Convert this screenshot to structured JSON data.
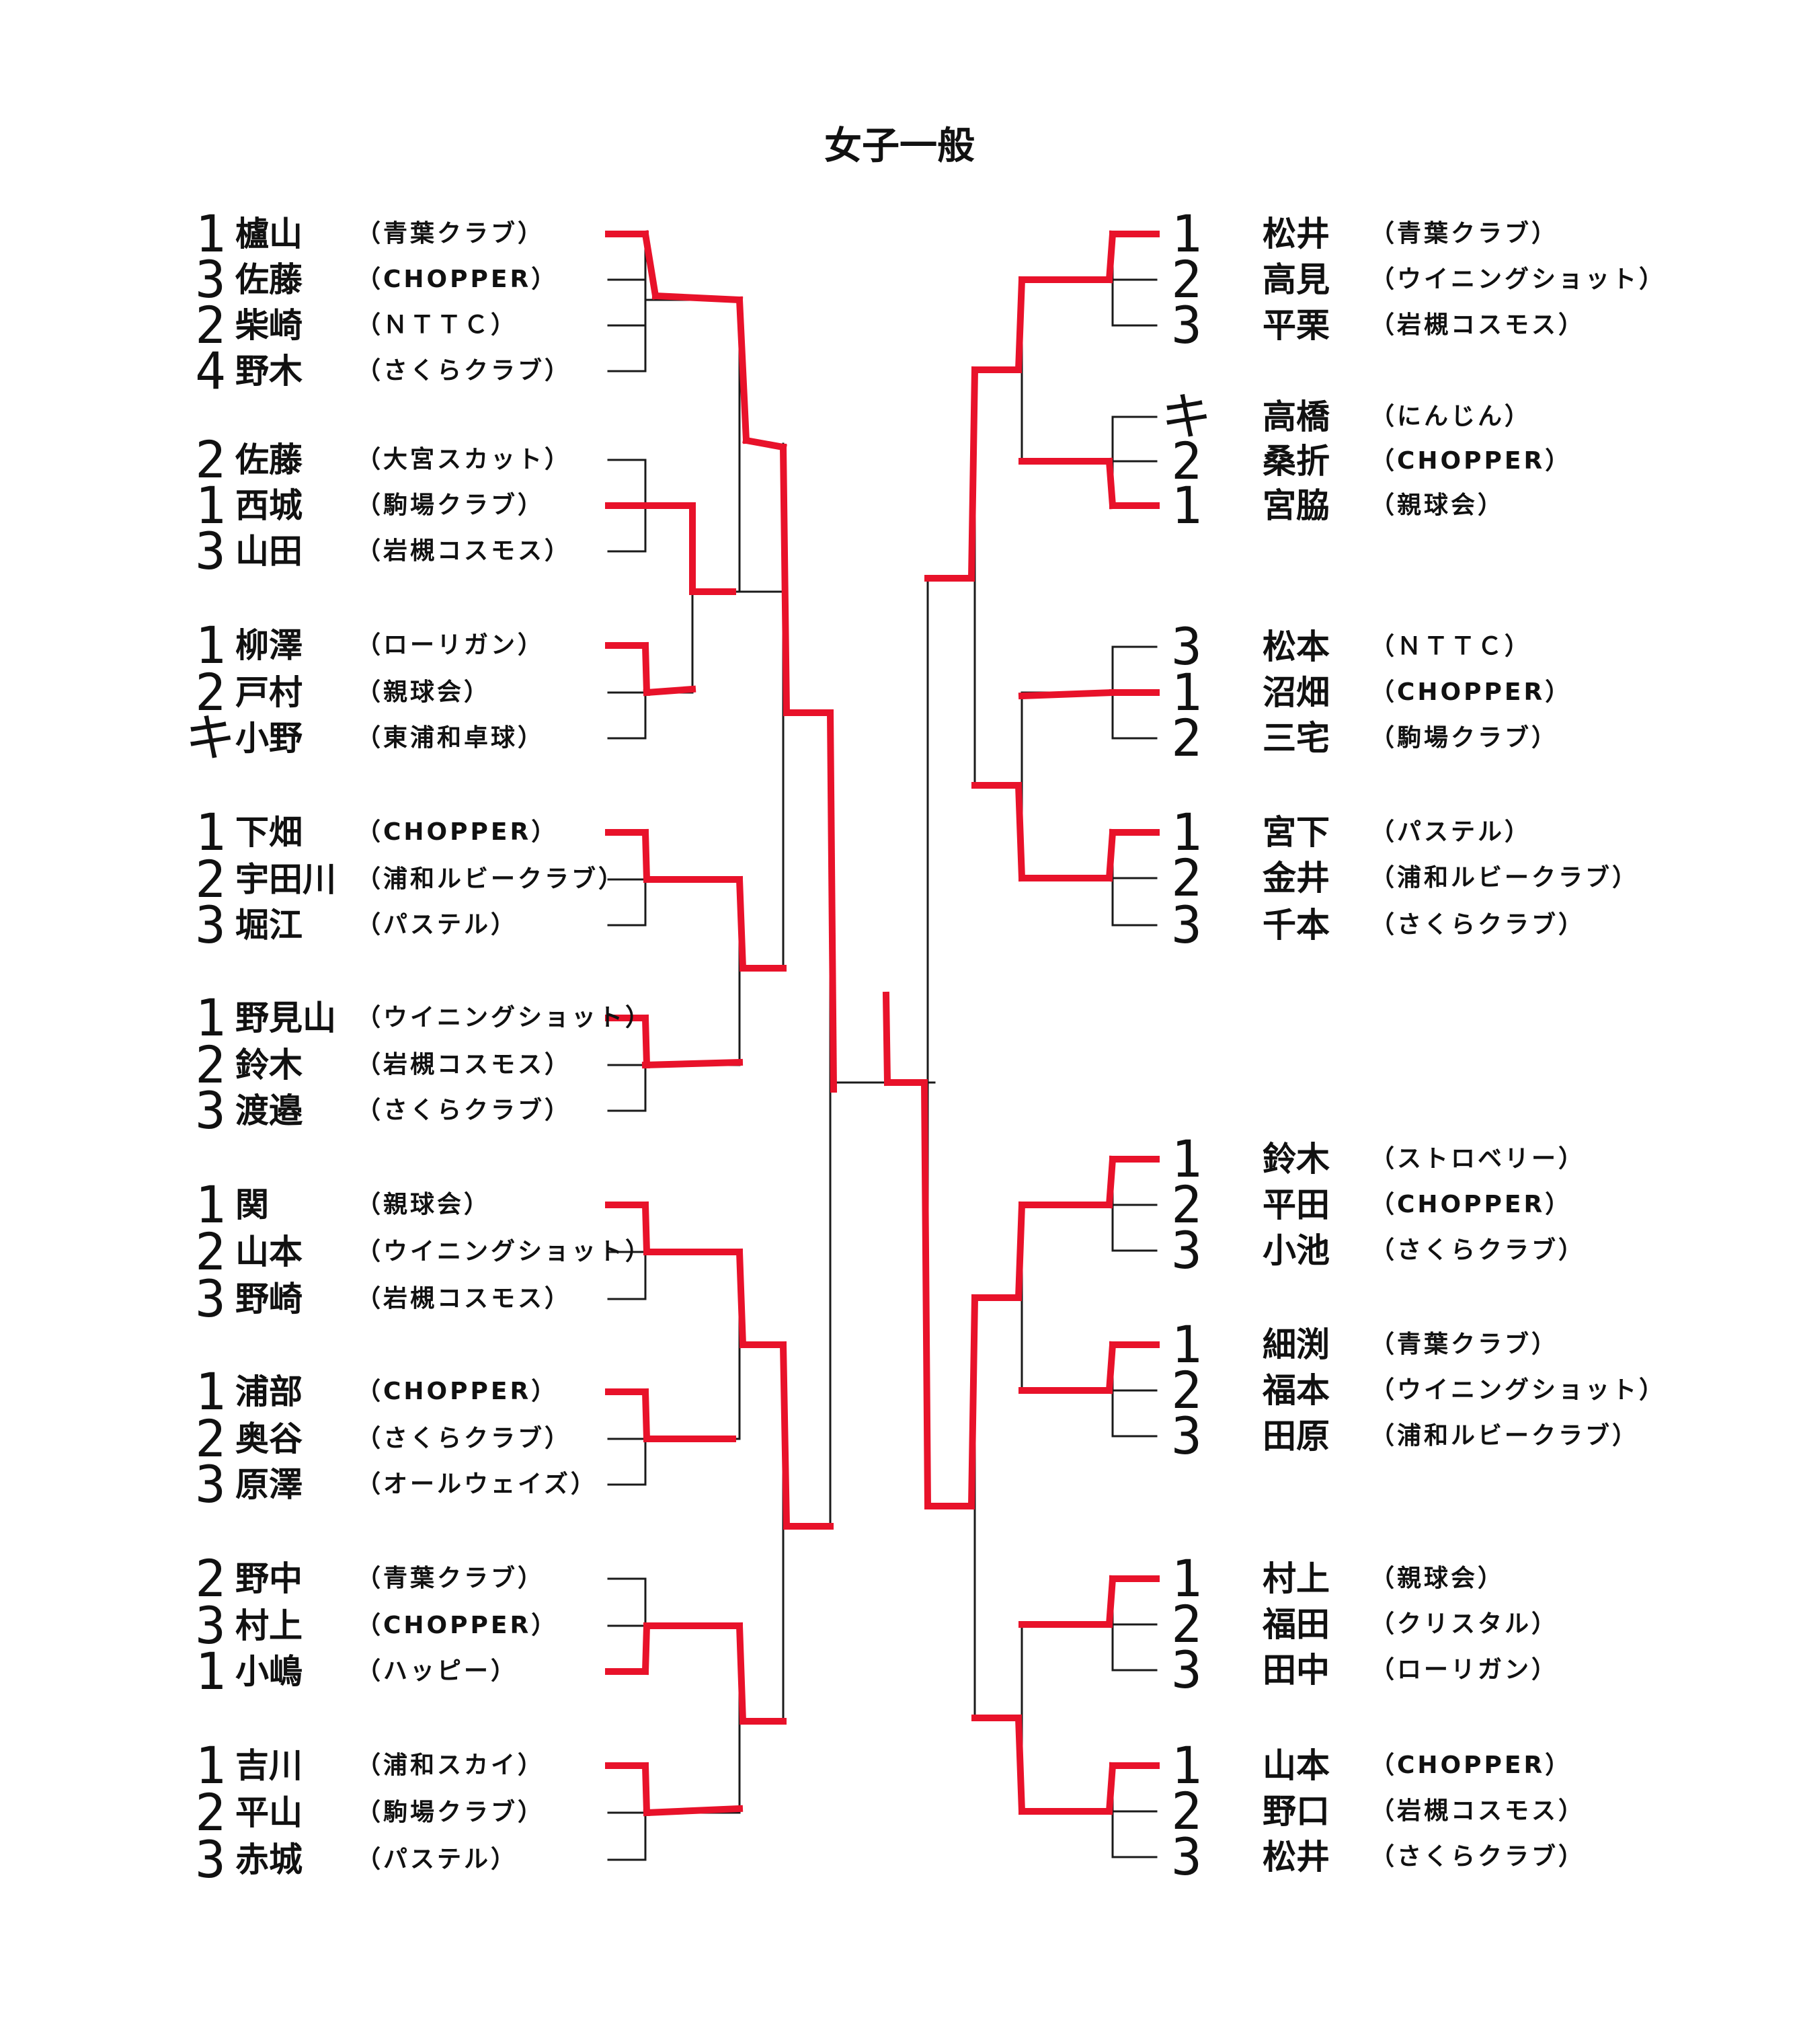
{
  "title": "女子一般",
  "colors": {
    "line": "#1a1a1a",
    "highlight": "#e8122a"
  },
  "left_groups": [
    {
      "players": [
        {
          "rank": "1",
          "name": "櫨山",
          "club": "（青葉クラブ）"
        },
        {
          "rank": "3",
          "name": "佐藤",
          "club": "（CHOPPER）"
        },
        {
          "rank": "2",
          "name": "柴崎",
          "club": "（ＮＴＴＣ）"
        },
        {
          "rank": "4",
          "name": "野木",
          "club": "（さくらクラブ）"
        }
      ]
    },
    {
      "players": [
        {
          "rank": "2",
          "name": "佐藤",
          "club": "（大宮スカット）"
        },
        {
          "rank": "1",
          "name": "西城",
          "club": "（駒場クラブ）"
        },
        {
          "rank": "3",
          "name": "山田",
          "club": "（岩槻コスモス）"
        }
      ]
    },
    {
      "players": [
        {
          "rank": "1",
          "name": "柳澤",
          "club": "（ローリガン）"
        },
        {
          "rank": "2",
          "name": "戸村",
          "club": "（親球会）"
        },
        {
          "rank": "キ",
          "name": "小野",
          "club": "（東浦和卓球）"
        }
      ]
    },
    {
      "players": [
        {
          "rank": "1",
          "name": "下畑",
          "club": "（CHOPPER）"
        },
        {
          "rank": "2",
          "name": "宇田川",
          "club": "（浦和ルビークラブ）"
        },
        {
          "rank": "3",
          "name": "堀江",
          "club": "（パステル）"
        }
      ]
    },
    {
      "players": [
        {
          "rank": "1",
          "name": "野見山",
          "club": "（ウイニングショット）"
        },
        {
          "rank": "2",
          "name": "鈴木",
          "club": "（岩槻コスモス）"
        },
        {
          "rank": "3",
          "name": "渡邉",
          "club": "（さくらクラブ）"
        }
      ]
    },
    {
      "players": [
        {
          "rank": "1",
          "name": "関",
          "club": "（親球会）"
        },
        {
          "rank": "2",
          "name": "山本",
          "club": "（ウイニングショット）"
        },
        {
          "rank": "3",
          "name": "野崎",
          "club": "（岩槻コスモス）"
        }
      ]
    },
    {
      "players": [
        {
          "rank": "1",
          "name": "浦部",
          "club": "（CHOPPER）"
        },
        {
          "rank": "2",
          "name": "奥谷",
          "club": "（さくらクラブ）"
        },
        {
          "rank": "3",
          "name": "原澤",
          "club": "（オールウェイズ）"
        }
      ]
    },
    {
      "players": [
        {
          "rank": "2",
          "name": "野中",
          "club": "（青葉クラブ）"
        },
        {
          "rank": "3",
          "name": "村上",
          "club": "（CHOPPER）"
        },
        {
          "rank": "1",
          "name": "小嶋",
          "club": "（ハッピー）"
        }
      ]
    },
    {
      "players": [
        {
          "rank": "1",
          "name": "吉川",
          "club": "（浦和スカイ）"
        },
        {
          "rank": "2",
          "name": "平山",
          "club": "（駒場クラブ）"
        },
        {
          "rank": "3",
          "name": "赤城",
          "club": "（パステル）"
        }
      ]
    }
  ],
  "right_groups": [
    {
      "players": [
        {
          "rank": "1",
          "name": "松井",
          "club": "（青葉クラブ）"
        },
        {
          "rank": "2",
          "name": "高見",
          "club": "（ウイニングショット）"
        },
        {
          "rank": "3",
          "name": "平栗",
          "club": "（岩槻コスモス）"
        }
      ]
    },
    {
      "players": [
        {
          "rank": "キ",
          "name": "高橋",
          "club": "（にんじん）"
        },
        {
          "rank": "2",
          "name": "桑折",
          "club": "（CHOPPER）"
        },
        {
          "rank": "1",
          "name": "宮脇",
          "club": "（親球会）"
        }
      ]
    },
    {
      "players": [
        {
          "rank": "3",
          "name": "松本",
          "club": "（ＮＴＴＣ）"
        },
        {
          "rank": "1",
          "name": "沼畑",
          "club": "（CHOPPER）"
        },
        {
          "rank": "2",
          "name": "三宅",
          "club": "（駒場クラブ）"
        }
      ]
    },
    {
      "players": [
        {
          "rank": "1",
          "name": "宮下",
          "club": "（パステル）"
        },
        {
          "rank": "2",
          "name": "金井",
          "club": "（浦和ルビークラブ）"
        },
        {
          "rank": "3",
          "name": "千本",
          "club": "（さくらクラブ）"
        }
      ]
    },
    {
      "players": [
        {
          "rank": "1",
          "name": "鈴木",
          "club": "（ストロベリー）"
        },
        {
          "rank": "2",
          "name": "平田",
          "club": "（CHOPPER）"
        },
        {
          "rank": "3",
          "name": "小池",
          "club": "（さくらクラブ）"
        }
      ]
    },
    {
      "players": [
        {
          "rank": "1",
          "name": "細渕",
          "club": "（青葉クラブ）"
        },
        {
          "rank": "2",
          "name": "福本",
          "club": "（ウイニングショット）"
        },
        {
          "rank": "3",
          "name": "田原",
          "club": "（浦和ルビークラブ）"
        }
      ]
    },
    {
      "players": [
        {
          "rank": "1",
          "name": "村上",
          "club": "（親球会）"
        },
        {
          "rank": "2",
          "name": "福田",
          "club": "（クリスタル）"
        },
        {
          "rank": "3",
          "name": "田中",
          "club": "（ローリガン）"
        }
      ]
    },
    {
      "players": [
        {
          "rank": "1",
          "name": "山本",
          "club": "（CHOPPER）"
        },
        {
          "rank": "2",
          "name": "野口",
          "club": "（岩槻コスモス）"
        },
        {
          "rank": "3",
          "name": "松井",
          "club": "（さくらクラブ）"
        }
      ]
    }
  ]
}
